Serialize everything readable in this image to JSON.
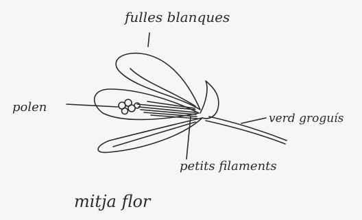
{
  "diagram": {
    "labels": {
      "petals": "fulles blanques",
      "pollen": "polen",
      "stem": "verd groguís",
      "filaments": "petits filaments",
      "caption": "mitja flor"
    },
    "colors": {
      "ink": "#2a2a2a",
      "paper": "#f6f6f4"
    }
  }
}
